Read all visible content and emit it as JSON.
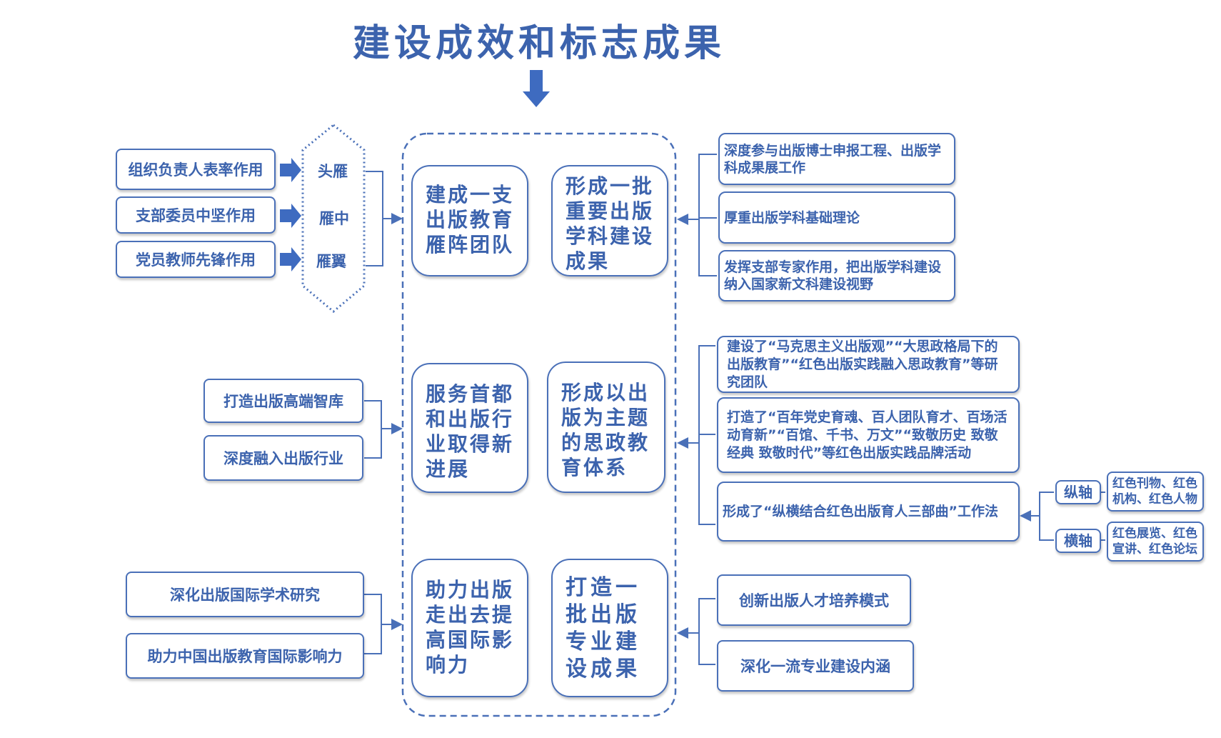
{
  "title": "建设成效和标志成果",
  "goose": [
    "头雁",
    "雁中",
    "雁翼"
  ],
  "left_top": [
    "组织负责人表率作用",
    "支部委员中坚作用",
    "党员教师先锋作用"
  ],
  "left_mid": [
    "打造出版高端智库",
    "深度融入出版行业"
  ],
  "left_bot": [
    "深化出版国际学术研究",
    "助力中国出版教育国际影响力"
  ],
  "center": {
    "c1": "建成一支出版教育雁阵团队",
    "c2": "形成一批重要出版学科建设成果",
    "c3": "服务首都和出版行业取得新进展",
    "c4": "形成以出版为主题的思政教育体系",
    "c5": "助力出版走出去提高国际影响力",
    "c6": "打造一批出版专业建设成果"
  },
  "right_top": [
    "深度参与出版博士申报工程、出版学科成果展工作",
    "厚重出版学科基础理论",
    "发挥支部专家作用，把出版学科建设纳入国家新文科建设视野"
  ],
  "right_mid": [
    "建设了“马克思主义出版观”“大思政格局下的出版教育”“红色出版实践融入思政教育”等研究团队",
    "打造了“百年党史育魂、百人团队育才、百场活动育新”“百馆、千书、万文”“致敬历史 致敬经典 致敬时代”等红色出版实践品牌活动",
    "形成了“纵横结合红色出版育人三部曲”工作法"
  ],
  "axis": {
    "v_label": "纵轴",
    "v_text": "红色刊物、红色机构、红色人物",
    "h_label": "横轴",
    "h_text": "红色展览、红色宣讲、红色论坛"
  },
  "right_bot": [
    "创新出版人才培养模式",
    "深化一流专业建设内涵"
  ],
  "colors": {
    "line": "#4a70b8",
    "text": "#3c63ad"
  }
}
